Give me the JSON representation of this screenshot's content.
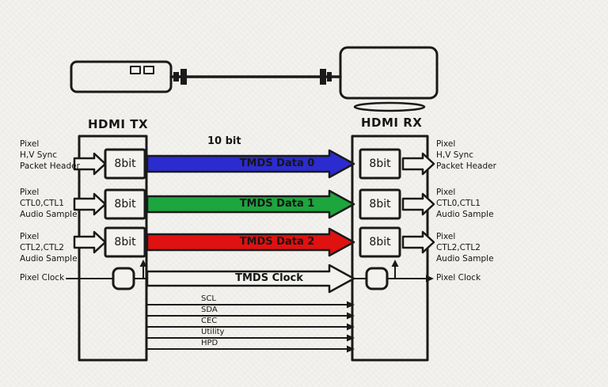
{
  "diagram": {
    "tx": {
      "title": "HDMI TX",
      "encoders": [
        {
          "label": "8bit"
        },
        {
          "label": "8bit"
        },
        {
          "label": "8bit"
        }
      ],
      "inputs": [
        {
          "lines": [
            "Pixel",
            "H,V Sync",
            "Packet Header"
          ]
        },
        {
          "lines": [
            "Pixel",
            "CTL0,CTL1",
            "Audio Sample"
          ]
        },
        {
          "lines": [
            "Pixel",
            "CTL2,CTL2",
            "Audio Sample"
          ]
        }
      ],
      "pixel_clock_label": "Pixel Clock"
    },
    "rx": {
      "title": "HDMI RX",
      "decoders": [
        {
          "label": "8bit"
        },
        {
          "label": "8bit"
        },
        {
          "label": "8bit"
        }
      ],
      "outputs": [
        {
          "lines": [
            "Pixel",
            "H,V Sync",
            "Packet Header"
          ]
        },
        {
          "lines": [
            "Pixel",
            "CTL0,CTL1",
            "Audio Sample"
          ]
        },
        {
          "lines": [
            "Pixel",
            "CTL2,CTL2",
            "Audio Sample"
          ]
        }
      ],
      "pixel_clock_label": "Pixel Clock"
    },
    "channels": {
      "bit_width_label": "10 bit",
      "data0": {
        "label": "TMDS Data 0",
        "color": "#2b2bd0"
      },
      "data1": {
        "label": "TMDS Data 1",
        "color": "#1da53e"
      },
      "data2": {
        "label": "TMDS Data 2",
        "color": "#e01111"
      },
      "clock": {
        "label": "TMDS Clock",
        "color": "#f3f2ee"
      }
    },
    "control_lines": [
      {
        "label": "SCL"
      },
      {
        "label": "SDA"
      },
      {
        "label": "CEC"
      },
      {
        "label": "Utility"
      },
      {
        "label": "HPD"
      }
    ],
    "colors": {
      "ink": "#1a1a1a",
      "paper": "#f3f2ee"
    }
  }
}
